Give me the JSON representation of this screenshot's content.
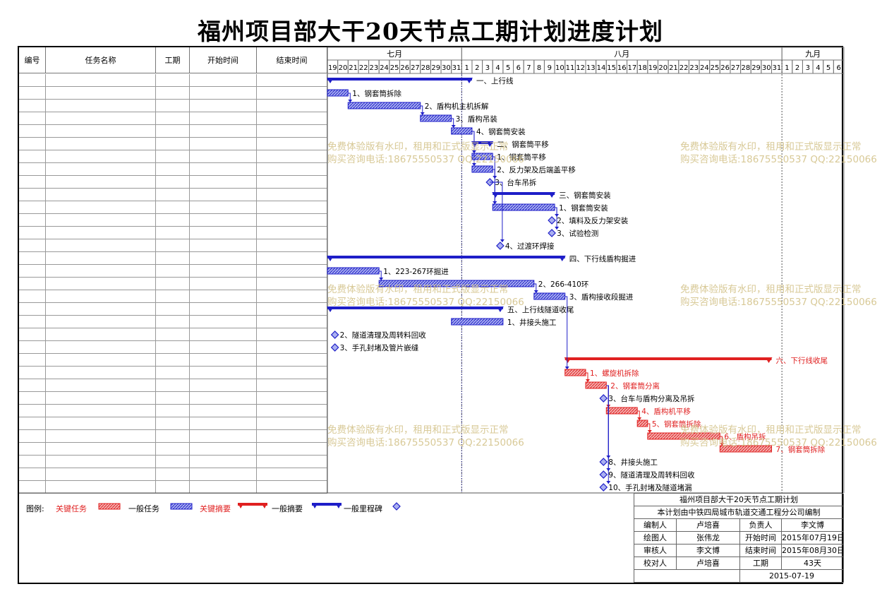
{
  "title": "福州项目部大干20天节点工期计划进度计划",
  "headers": {
    "no": "编号",
    "name": "任务名称",
    "dur": "工期",
    "start": "开始时间",
    "end": "结束时间"
  },
  "months": [
    {
      "label": "七月",
      "days": [
        "19",
        "20",
        "21",
        "22",
        "23",
        "24",
        "25",
        "26",
        "27",
        "28",
        "29",
        "30",
        "31"
      ]
    },
    {
      "label": "八月",
      "days": [
        "1",
        "2",
        "3",
        "4",
        "5",
        "6",
        "7",
        "8",
        "9",
        "10",
        "11",
        "12",
        "13",
        "14",
        "15",
        "16",
        "17",
        "18",
        "19",
        "20",
        "21",
        "22",
        "23",
        "24",
        "25",
        "26",
        "27",
        "28",
        "29",
        "30",
        "31"
      ]
    },
    {
      "label": "九月",
      "days": [
        "1",
        "2",
        "3",
        "4",
        "5",
        "6"
      ]
    }
  ],
  "chart_data": {
    "type": "gantt",
    "title": "福州项目部大干20天节点工期计划进度计划",
    "status_date": "2015-07-31",
    "x_range": [
      "2015-07-19",
      "2015-09-06"
    ],
    "tasks": [
      {
        "no": "1",
        "name": "一、上行线",
        "dur": "14",
        "start": "2015年07月19日",
        "end": "2015年08月01日",
        "s": "2015-07-19",
        "e": "2015-08-01",
        "kind": "summary",
        "critical": false,
        "label": "一、上行线"
      },
      {
        "no": "2",
        "name": "1、钢套筒拆除",
        "dur": "2",
        "start": "2015年07月19日",
        "end": "2015年07月20日",
        "s": "2015-07-19",
        "e": "2015-07-20",
        "kind": "task",
        "critical": false,
        "label": "1、钢套筒拆除"
      },
      {
        "no": "3",
        "name": "2、盾构机主机拆解",
        "dur": "7",
        "start": "2015年07月21日",
        "end": "2015年07月27日",
        "s": "2015-07-21",
        "e": "2015-07-27",
        "kind": "task",
        "critical": false,
        "label": "2、盾构机主机拆解"
      },
      {
        "no": "4",
        "name": "3、盾构吊装",
        "dur": "3",
        "start": "2015年07月28日",
        "end": "2015年07月30日",
        "s": "2015-07-28",
        "e": "2015-07-30",
        "kind": "task",
        "critical": false,
        "label": "3、盾构吊装"
      },
      {
        "no": "5",
        "name": "4、钢套筒安装",
        "dur": "2",
        "start": "2015年07月31日",
        "end": "2015年08月01日",
        "s": "2015-07-31",
        "e": "2015-08-01",
        "kind": "task",
        "critical": false,
        "label": "4、钢套筒安装"
      },
      {
        "no": "6",
        "name": "二、钢套筒平移",
        "dur": "2",
        "start": "2015年08月02日",
        "end": "2015年08月03日",
        "s": "2015-08-02",
        "e": "2015-08-03",
        "kind": "summary",
        "critical": false,
        "label": "二、钢套筒平移"
      },
      {
        "no": "7",
        "name": "1、钢套筒平移",
        "dur": "2",
        "start": "2015年08月02日",
        "end": "2015年08月03日",
        "s": "2015-08-02",
        "e": "2015-08-03",
        "kind": "task",
        "critical": false,
        "label": "1、钢套筒平移"
      },
      {
        "no": "8",
        "name": "2、反力架及后端盖平移",
        "dur": "2",
        "start": "2015年08月02日",
        "end": "2015年08月03日",
        "s": "2015-08-02",
        "e": "2015-08-03",
        "kind": "task",
        "critical": false,
        "label": "2、反力架及后端盖平移"
      },
      {
        "no": "9",
        "name": "3、台车吊拆",
        "dur": "0",
        "start": "2015年08月03日",
        "end": "2015年08月03日",
        "s": "2015-08-03",
        "e": "2015-08-03",
        "kind": "milestone",
        "critical": false,
        "label": "3、台车吊拆"
      },
      {
        "no": "10",
        "name": "三、钢套筒安装",
        "dur": "6",
        "start": "2015年08月04日",
        "end": "2015年08月09日",
        "s": "2015-08-04",
        "e": "2015-08-09",
        "kind": "summary",
        "critical": false,
        "label": "三、钢套筒安装"
      },
      {
        "no": "11",
        "name": "1、钢套筒安装",
        "dur": "6",
        "start": "2015年08月04日",
        "end": "2015年08月09日",
        "s": "2015-08-04",
        "e": "2015-08-09",
        "kind": "task",
        "critical": false,
        "label": "1、钢套筒安装"
      },
      {
        "no": "12",
        "name": "2、填料及反力架安装",
        "dur": "0",
        "start": "2015年08月09日",
        "end": "2015年08月09日",
        "s": "2015-08-09",
        "e": "2015-08-09",
        "kind": "milestone",
        "critical": false,
        "label": "2、填料及反力架安装"
      },
      {
        "no": "13",
        "name": "3、试验检测",
        "dur": "0",
        "start": "2015年08月09日",
        "end": "2015年08月09日",
        "s": "2015-08-09",
        "e": "2015-08-09",
        "kind": "milestone",
        "critical": false,
        "label": "3、试验检测"
      },
      {
        "no": "14",
        "name": "4、过渡环焊接",
        "dur": "0",
        "start": "2015年08月04日",
        "end": "2015年08月04日",
        "s": "2015-08-04",
        "e": "2015-08-04",
        "kind": "milestone",
        "critical": false,
        "label": "4、过渡环焊接"
      },
      {
        "no": "15",
        "name": "四、下行线盾构掘进",
        "dur": "23",
        "start": "2015年07月19日",
        "end": "2015年08月10日",
        "s": "2015-07-19",
        "e": "2015-08-10",
        "kind": "summary",
        "critical": false,
        "label": "四、下行线盾构掘进"
      },
      {
        "no": "16",
        "name": "1、223-267环掘进",
        "dur": "5",
        "start": "2015年07月19日",
        "end": "2015年07月23日",
        "s": "2015-07-19",
        "e": "2015-07-23",
        "kind": "task",
        "critical": false,
        "label": "1、223-267环掘进"
      },
      {
        "no": "17",
        "name": "2、266-410环",
        "dur": "15",
        "start": "2015年07月24日",
        "end": "2015年08月07日",
        "s": "2015-07-24",
        "e": "2015-08-07",
        "kind": "task",
        "critical": false,
        "label": "2、266-410环"
      },
      {
        "no": "18",
        "name": "3、盾构接收段掘进",
        "dur": "3",
        "start": "2015年08月08日",
        "end": "2015年08月10日",
        "s": "2015-08-08",
        "e": "2015-08-10",
        "kind": "task",
        "critical": false,
        "label": "3、盾构接收段掘进"
      },
      {
        "no": "19",
        "name": "五、上行线隧道收尾",
        "dur": "17",
        "start": "2015年07月19日",
        "end": "2015年08月04日",
        "s": "2015-07-19",
        "e": "2015-08-04",
        "kind": "summary",
        "critical": false,
        "label": "五、上行线隧道收尾"
      },
      {
        "no": "20",
        "name": "1、井接头施工",
        "dur": "5",
        "start": "2015年07月31日",
        "end": "2015年08月04日",
        "s": "2015-07-31",
        "e": "2015-08-04",
        "kind": "task",
        "critical": false,
        "label": "1、井接头施工"
      },
      {
        "no": "21",
        "name": "2、隧道清理及周转料回收",
        "dur": "0",
        "start": "2015年07月19日",
        "end": "2015年07月19日",
        "s": "2015-07-19",
        "e": "2015-07-19",
        "kind": "milestone",
        "critical": false,
        "label": "2、隧道清理及周转料回收"
      },
      {
        "no": "22",
        "name": "3、手孔封堵及管片嵌缝",
        "dur": "0",
        "start": "2015年07月19日",
        "end": "2015年07月19日",
        "s": "2015-07-19",
        "e": "2015-07-19",
        "kind": "milestone",
        "critical": false,
        "label": "3、手孔封堵及管片嵌缝"
      },
      {
        "no": "23",
        "name": "六、下行线收尾",
        "dur": "20",
        "start": "2015年08月11日",
        "end": "2015年08月30日",
        "s": "2015-08-11",
        "e": "2015-08-30",
        "kind": "summary",
        "critical": true,
        "label": "六、下行线收尾"
      },
      {
        "no": "24",
        "name": "1、螺旋机拆除",
        "dur": "2",
        "start": "2015年08月11日",
        "end": "2015年08月12日",
        "s": "2015-08-11",
        "e": "2015-08-12",
        "kind": "task",
        "critical": true,
        "label": "1、螺旋机拆除"
      },
      {
        "no": "25",
        "name": "2、钢套筒分离",
        "dur": "2",
        "start": "2015年08月13日",
        "end": "2015年08月14日",
        "s": "2015-08-13",
        "e": "2015-08-14",
        "kind": "task",
        "critical": true,
        "label": "2、钢套筒分离"
      },
      {
        "no": "26",
        "name": "3、台车与盾构分离及吊拆",
        "dur": "0",
        "start": "2015年08月14日",
        "end": "2015年08月14日",
        "s": "2015-08-14",
        "e": "2015-08-14",
        "kind": "milestone",
        "critical": false,
        "label": "3、台车与盾构分离及吊拆"
      },
      {
        "no": "27",
        "name": "4、盾构机平移",
        "dur": "3",
        "start": "2015年08月15日",
        "end": "2015年08月17日",
        "s": "2015-08-15",
        "e": "2015-08-17",
        "kind": "task",
        "critical": true,
        "label": "4、盾构机平移"
      },
      {
        "no": "28",
        "name": "5、钢套筒拆除",
        "dur": "1",
        "start": "2015年08月18日",
        "end": "2015年08月18日",
        "s": "2015-08-18",
        "e": "2015-08-18",
        "kind": "task",
        "critical": true,
        "label": "5、钢套筒拆除"
      },
      {
        "no": "29",
        "name": "6、盾构吊拆",
        "dur": "7",
        "start": "2015年08月19日",
        "end": "2015年08月25日",
        "s": "2015-08-19",
        "e": "2015-08-25",
        "kind": "task",
        "critical": true,
        "label": "6、盾构吊拆"
      },
      {
        "no": "30",
        "name": "7、钢套筒拆除",
        "dur": "5",
        "start": "2015年08月26日",
        "end": "2015年08月30日",
        "s": "2015-08-26",
        "e": "2015-08-30",
        "kind": "task",
        "critical": true,
        "label": "7、钢套筒拆除"
      },
      {
        "no": "31",
        "name": "8、井接头施工",
        "dur": "0",
        "start": "2015年08月14日",
        "end": "2015年08月14日",
        "s": "2015-08-14",
        "e": "2015-08-14",
        "kind": "milestone",
        "critical": false,
        "label": "8、井接头施工"
      },
      {
        "no": "32",
        "name": "9、隧道清理及周转料回收",
        "dur": "0",
        "start": "2015年08月14日",
        "end": "2015年08月14日",
        "s": "2015-08-14",
        "e": "2015-08-14",
        "kind": "milestone",
        "critical": false,
        "label": "9、隧道清理及周转料回收"
      },
      {
        "no": "33",
        "name": "10、手孔封堵及隧道堵漏",
        "dur": "0",
        "start": "2015年08月14日",
        "end": "2015年08月14日",
        "s": "2015-08-14",
        "e": "2015-08-14",
        "kind": "milestone",
        "critical": false,
        "label": "10、手孔封堵及隧道堵漏"
      }
    ],
    "links": [
      [
        2,
        3
      ],
      [
        3,
        4
      ],
      [
        4,
        5
      ],
      [
        5,
        7
      ],
      [
        5,
        8
      ],
      [
        7,
        9
      ],
      [
        8,
        11
      ],
      [
        9,
        11
      ],
      [
        11,
        12
      ],
      [
        11,
        13
      ],
      [
        9,
        14
      ],
      [
        16,
        17
      ],
      [
        17,
        18
      ],
      [
        18,
        24
      ],
      [
        24,
        25
      ],
      [
        25,
        27
      ],
      [
        27,
        28
      ],
      [
        28,
        29
      ],
      [
        29,
        30
      ],
      [
        25,
        31
      ],
      [
        25,
        32
      ],
      [
        25,
        33
      ]
    ]
  },
  "legend": {
    "prefix": "图例:",
    "items": [
      "关键任务",
      "一般任务",
      "关键摘要",
      "一般摘要",
      "一般里程碑"
    ],
    "colors": {
      "critical": "#e02020",
      "normal": "#1e1ec8",
      "stripe_critical": "#f3b0b0",
      "stripe_normal": "#aab0f0"
    }
  },
  "watermark": {
    "line1": "免费体验版有水印，租用和正式版显示正常",
    "line2": "购买咨询电话:18675550537 QQ:22150066"
  },
  "info": {
    "title": "福州项目部大干20天节点工期计划",
    "subtitle": "本计划由中铁四局城市轨道交通工程分公司编制",
    "rows": [
      [
        "编制人",
        "卢培喜",
        "负责人",
        "李文博"
      ],
      [
        "绘图人",
        "张伟龙",
        "开始时间",
        "2015年07月19日"
      ],
      [
        "审核人",
        "李文博",
        "结束时间",
        "2015年08月30日"
      ],
      [
        "校对人",
        "卢培喜",
        "工期",
        "43天"
      ]
    ],
    "date": "2015-07-19"
  }
}
